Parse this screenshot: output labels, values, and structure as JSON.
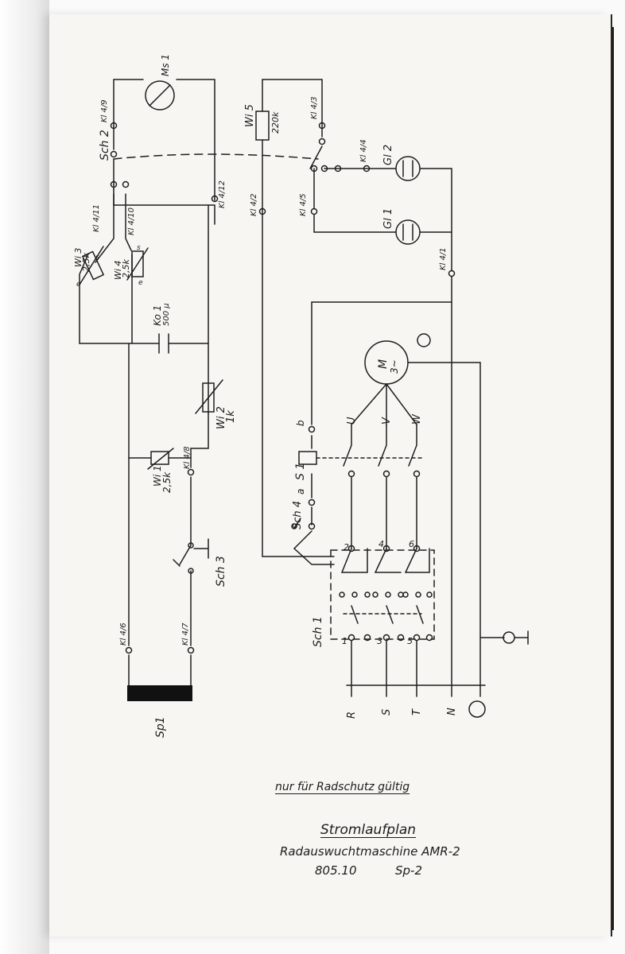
{
  "captions": {
    "note": "nur für Radschutz gültig",
    "title": "Stromlaufplan",
    "subtitle": "Radauswuchtmaschine AMR-2",
    "number": "805.10",
    "sheet": "Sp-2"
  },
  "labels": {
    "sch2": "Sch 2",
    "ms1": "Ms 1",
    "kl4_9": "Kl 4/9",
    "kl4_12": "Kl 4/12",
    "kl4_11": "Kl 4/11",
    "kl4_10": "Kl 4/10",
    "kl4_8": "Kl 4/8",
    "kl4_7": "Kl 4/7",
    "kl4_6": "Kl 4/6",
    "kl4_2": "Kl 4/2",
    "kl4_3": "Kl 4/3",
    "kl4_4": "Kl 4/4",
    "kl4_5": "Kl 4/5",
    "kl4_1": "Kl 4/1",
    "wi5": "Wi 5",
    "wi5_val": "220k",
    "wi3": "Wi 3",
    "wi3_val": "2,5k",
    "wi4": "Wi 4",
    "wi4_val": "2,5k",
    "wi2": "Wi 2",
    "wi2_val": "1k",
    "wi1": "Wi 1",
    "wi1_val": "2,5k",
    "ko1": "Ko 1",
    "ko1_val": "500 μ",
    "gl1": "Gl 1",
    "gl2": "Gl 2",
    "motor_m": "M",
    "motor_phase": "3~",
    "u": "U",
    "v": "V",
    "w": "W",
    "s1": "S 1",
    "sch3": "Sch 3",
    "sch4": "Sch 4",
    "sch1": "Sch 1",
    "sp1": "Sp1",
    "r": "R",
    "s": "S",
    "t": "T",
    "n": "N",
    "contact_a": "a",
    "contact_b": "b",
    "contact_e1": "e",
    "contact_s1": "s",
    "contact_e2": "e",
    "contact_s2": "s",
    "t1": "1",
    "t2": "2",
    "t3": "3",
    "t4": "4",
    "t5": "5",
    "t6": "6"
  }
}
